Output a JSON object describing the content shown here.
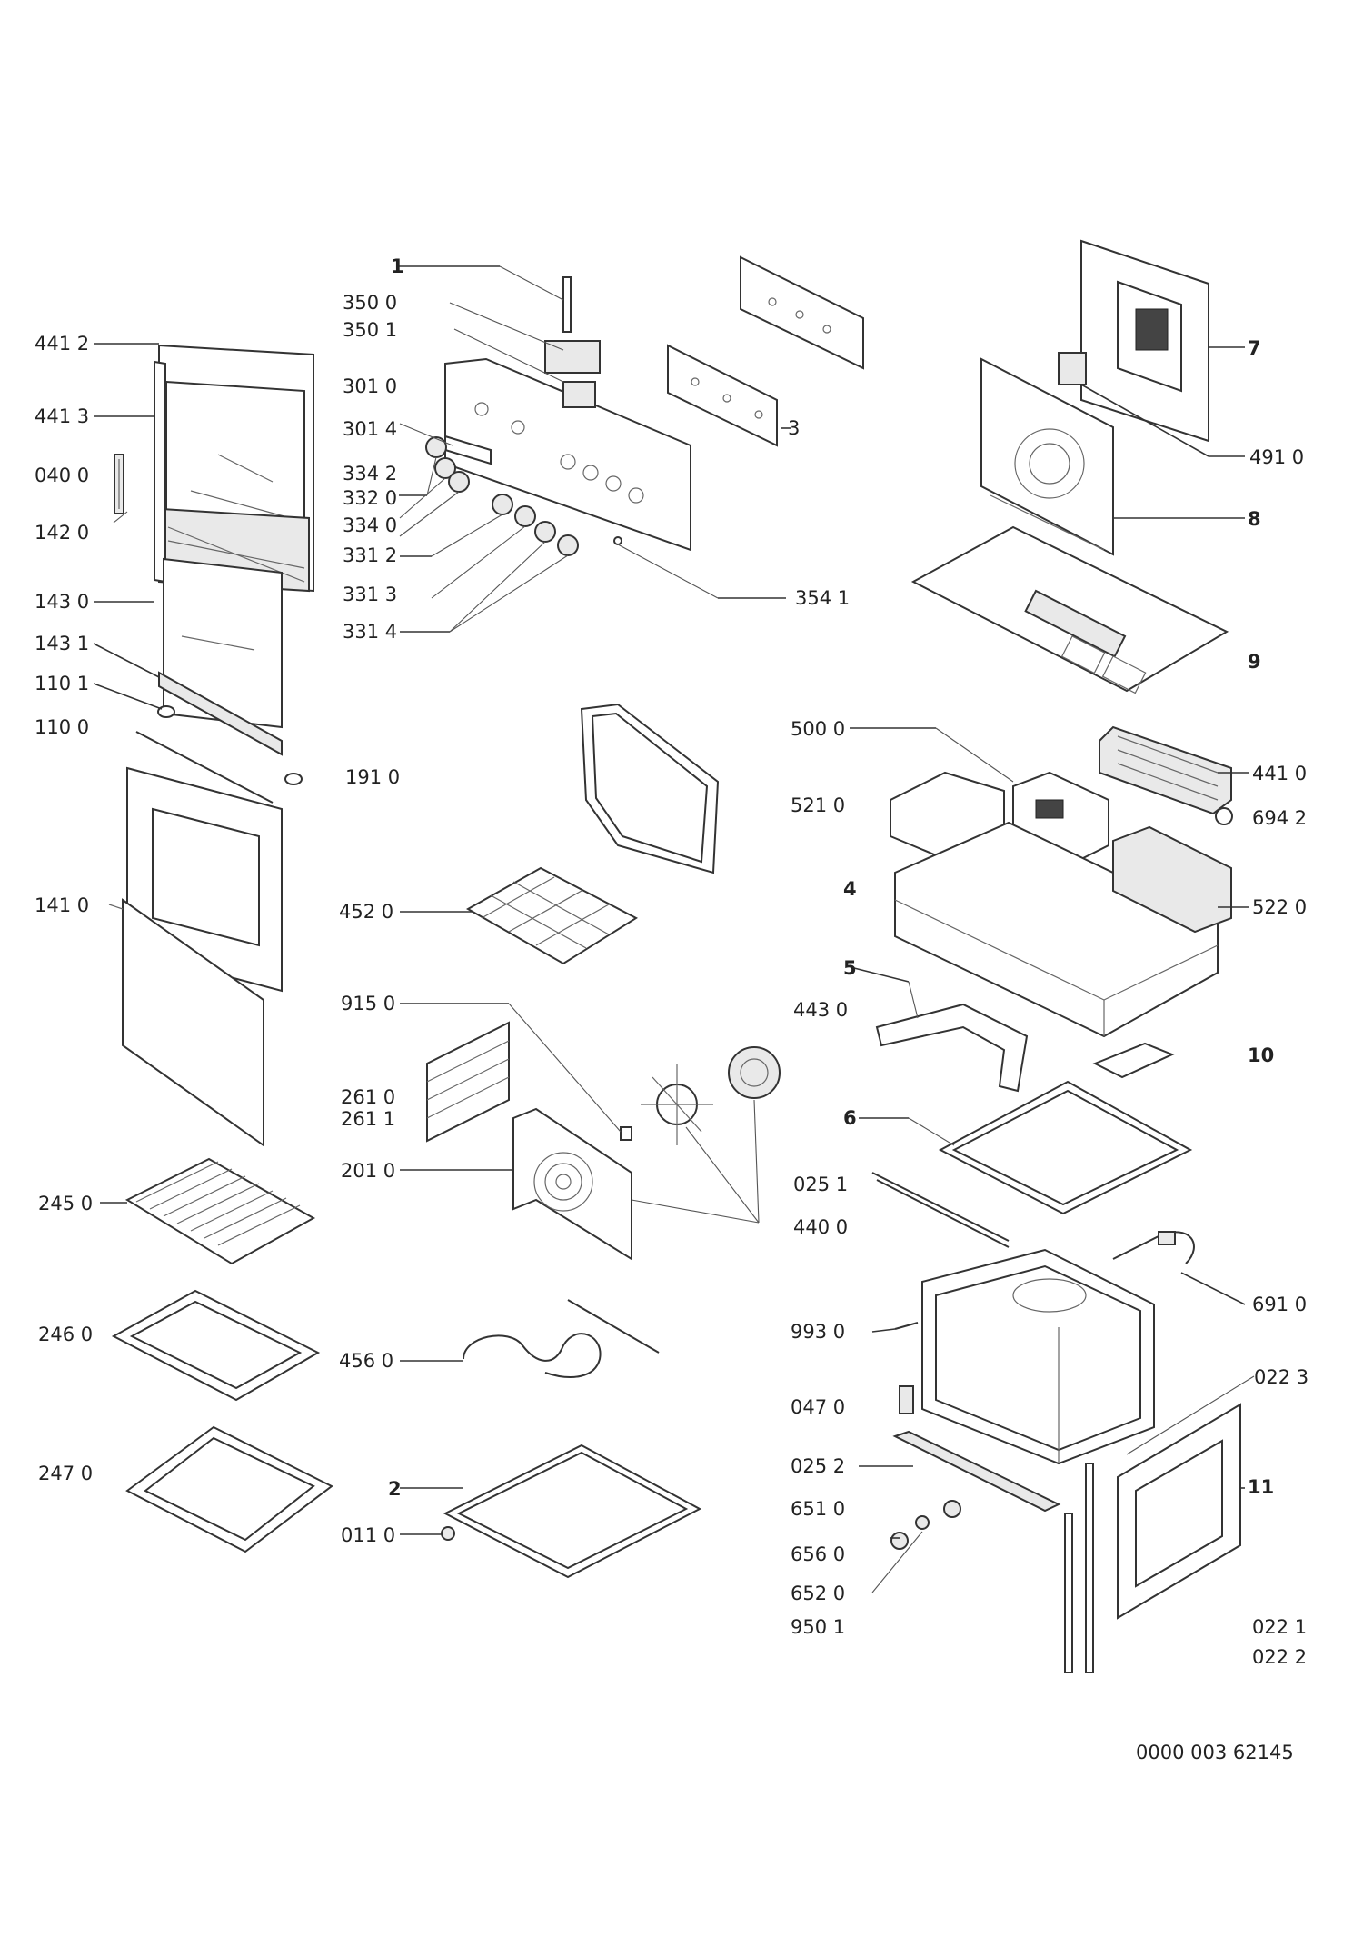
{
  "diagram": {
    "doc_number": "0000 003 62145",
    "callouts": [
      {
        "id": "c1",
        "text": "1"
      },
      {
        "id": "c3500",
        "text": "350 0"
      },
      {
        "id": "c3501",
        "text": "350 1"
      },
      {
        "id": "c3010",
        "text": "301 0"
      },
      {
        "id": "c3014",
        "text": "301 4"
      },
      {
        "id": "c3342",
        "text": "334 2"
      },
      {
        "id": "c3320",
        "text": "332 0"
      },
      {
        "id": "c3340",
        "text": "334 0"
      },
      {
        "id": "c3312",
        "text": "331 2"
      },
      {
        "id": "c3313",
        "text": "331 3"
      },
      {
        "id": "c3314",
        "text": "331 4"
      },
      {
        "id": "c3",
        "text": "3"
      },
      {
        "id": "c3541",
        "text": "354 1"
      },
      {
        "id": "c4412",
        "text": "441 2"
      },
      {
        "id": "c4413",
        "text": "441 3"
      },
      {
        "id": "c0400",
        "text": "040 0"
      },
      {
        "id": "c1420",
        "text": "142 0"
      },
      {
        "id": "c1430",
        "text": "143 0"
      },
      {
        "id": "c1431",
        "text": "143 1"
      },
      {
        "id": "c1101",
        "text": "110 1"
      },
      {
        "id": "c1100",
        "text": "110 0"
      },
      {
        "id": "c1910",
        "text": "191 0"
      },
      {
        "id": "c1410",
        "text": "141 0"
      },
      {
        "id": "c4520",
        "text": "452 0"
      },
      {
        "id": "c9150",
        "text": "915 0"
      },
      {
        "id": "c2610",
        "text": "261 0"
      },
      {
        "id": "c2611",
        "text": "261 1"
      },
      {
        "id": "c2010",
        "text": "201 0"
      },
      {
        "id": "c2450",
        "text": "245 0"
      },
      {
        "id": "c2460",
        "text": "246 0"
      },
      {
        "id": "c4560",
        "text": "456 0"
      },
      {
        "id": "c2470",
        "text": "247 0"
      },
      {
        "id": "c2",
        "text": "2"
      },
      {
        "id": "c0110",
        "text": "011 0"
      },
      {
        "id": "c7",
        "text": "7"
      },
      {
        "id": "c4910",
        "text": "491 0"
      },
      {
        "id": "c8",
        "text": "8"
      },
      {
        "id": "c9",
        "text": "9"
      },
      {
        "id": "c5000",
        "text": "500 0"
      },
      {
        "id": "c4410",
        "text": "441 0"
      },
      {
        "id": "c5210",
        "text": "521 0"
      },
      {
        "id": "c6942",
        "text": "694 2"
      },
      {
        "id": "c4",
        "text": "4"
      },
      {
        "id": "c5220",
        "text": "522 0"
      },
      {
        "id": "c5",
        "text": "5"
      },
      {
        "id": "c4430",
        "text": "443 0"
      },
      {
        "id": "c10",
        "text": "10"
      },
      {
        "id": "c6",
        "text": "6"
      },
      {
        "id": "c0251",
        "text": "025 1"
      },
      {
        "id": "c4400",
        "text": "440 0"
      },
      {
        "id": "c6910",
        "text": "691 0"
      },
      {
        "id": "c9930",
        "text": "993 0"
      },
      {
        "id": "c0223",
        "text": "022 3"
      },
      {
        "id": "c0470",
        "text": "047 0"
      },
      {
        "id": "c0252",
        "text": "025 2"
      },
      {
        "id": "c11",
        "text": "11"
      },
      {
        "id": "c6510",
        "text": "651 0"
      },
      {
        "id": "c6560",
        "text": "656 0"
      },
      {
        "id": "c6520",
        "text": "652 0"
      },
      {
        "id": "c9501",
        "text": "950 1"
      },
      {
        "id": "c0221",
        "text": "022 1"
      },
      {
        "id": "c0222",
        "text": "022 2"
      }
    ]
  }
}
